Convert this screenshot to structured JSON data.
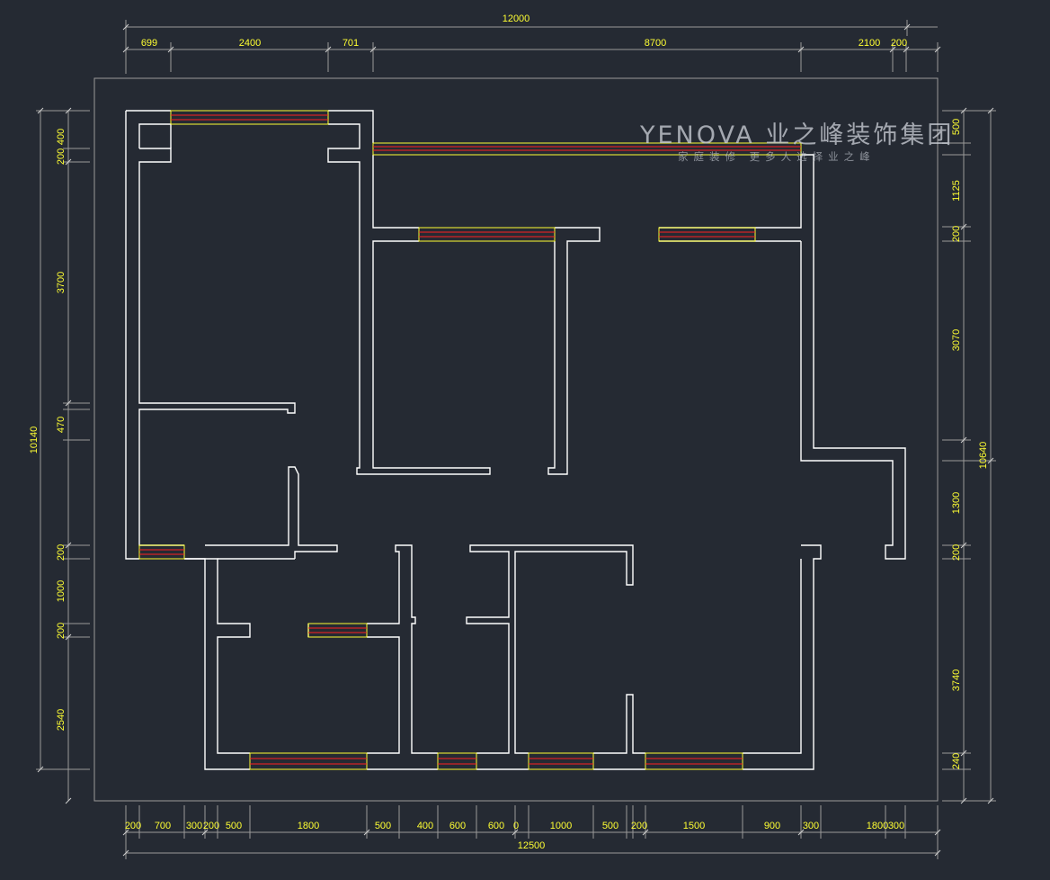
{
  "watermark": {
    "title": "YENOVA 业之峰装饰集团",
    "subtitle": "家庭装修  更多人选择业之峰"
  },
  "top_dimensions": {
    "overall": "12000",
    "segments": [
      "699",
      "2400",
      "701",
      "8700",
      "2100",
      "200"
    ]
  },
  "bottom_dimensions": {
    "overall": "12500",
    "segments": [
      "200",
      "700",
      "300",
      "200",
      "500",
      "1800",
      "500",
      "400",
      "600",
      "600",
      "0",
      "1000",
      "500",
      "200",
      "1500",
      "900",
      "300",
      "1800",
      "300"
    ]
  },
  "left_dimensions": {
    "overall": "10140",
    "segments": [
      "400",
      "200",
      "3700",
      "470",
      "200",
      "1000",
      "200",
      "2540"
    ]
  },
  "right_dimensions": {
    "overall": "10640",
    "segments": [
      "500",
      "1125",
      "200",
      "3070",
      "1300",
      "200",
      "3740",
      "240"
    ]
  },
  "colors": {
    "background": "#252a33",
    "wall": "#ffffff",
    "dimension": "#ffff33",
    "window_frame": "#ffff33",
    "window_glass": "#ff2020"
  }
}
